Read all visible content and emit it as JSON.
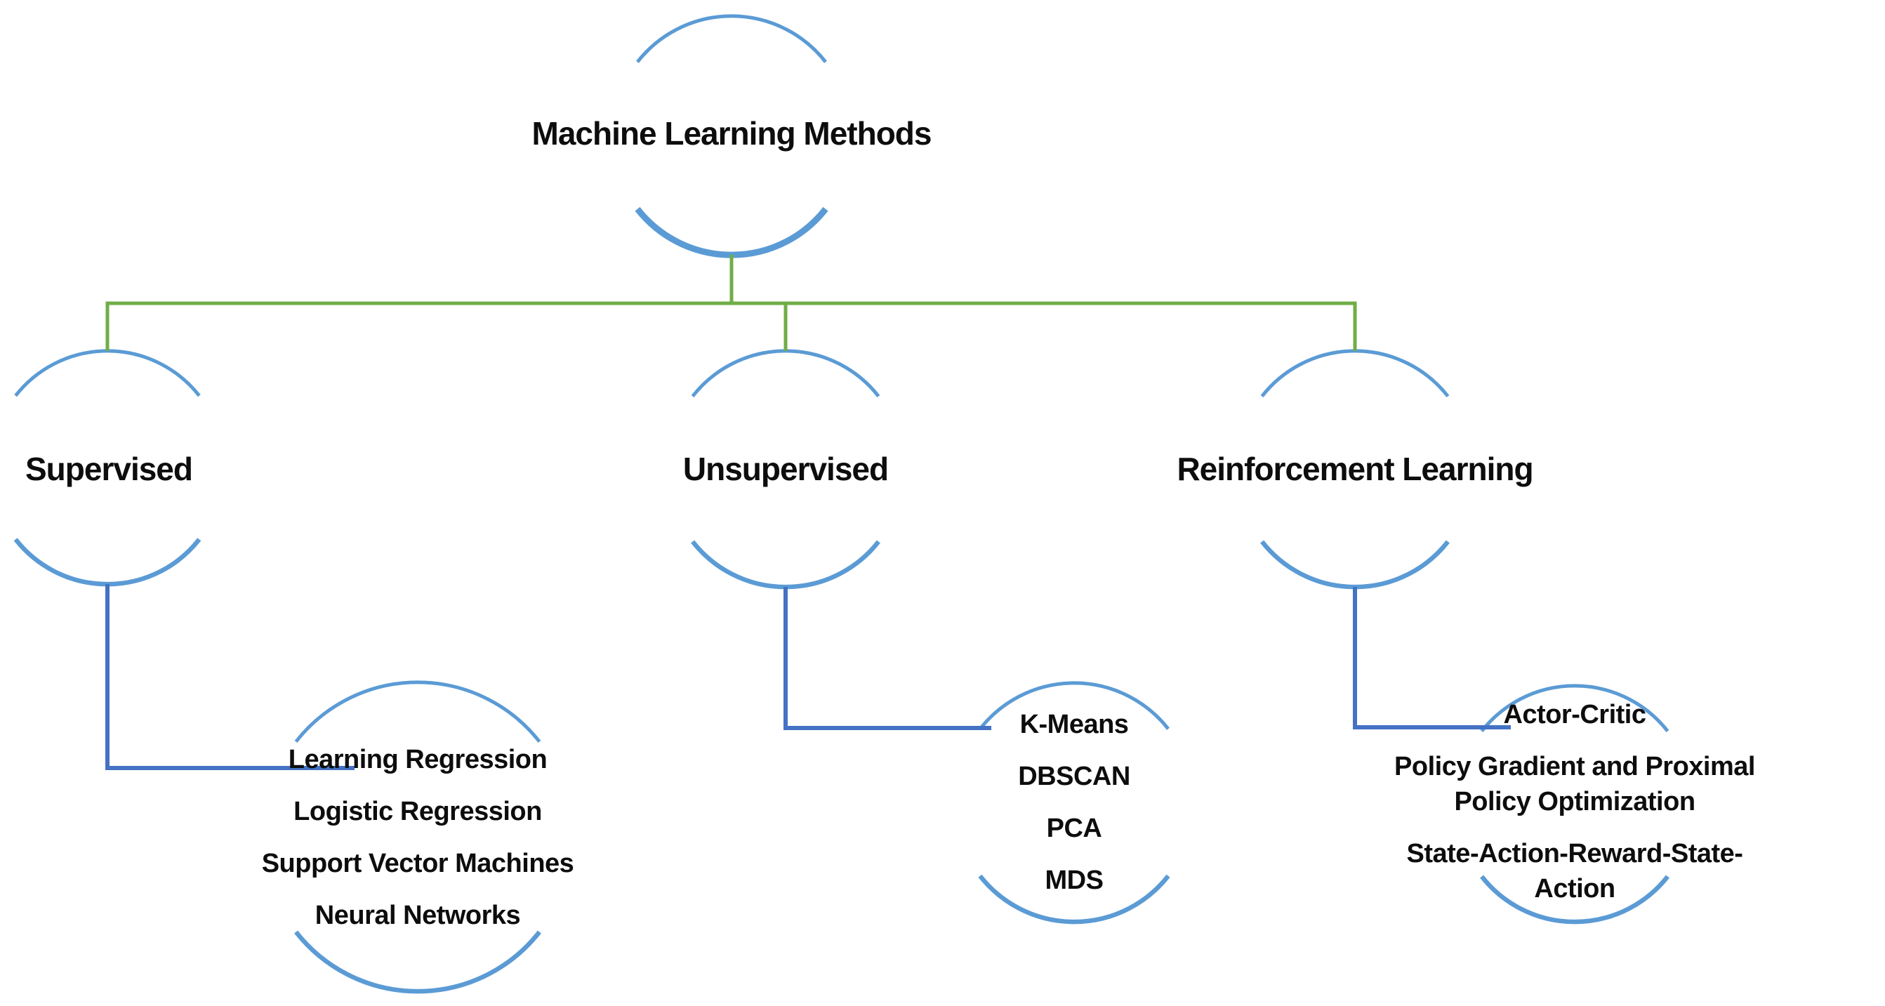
{
  "diagram": {
    "root": {
      "label": "Machine Learning Methods"
    },
    "branches": [
      {
        "label": "Supervised",
        "items": [
          {
            "lines": [
              "Learning Regression"
            ]
          },
          {
            "lines": [
              "Logistic Regression"
            ]
          },
          {
            "lines": [
              "Support Vector Machines"
            ]
          },
          {
            "lines": [
              "Neural Networks"
            ]
          }
        ]
      },
      {
        "label": "Unsupervised",
        "items": [
          {
            "lines": [
              "K-Means"
            ]
          },
          {
            "lines": [
              "DBSCAN"
            ]
          },
          {
            "lines": [
              "PCA"
            ]
          },
          {
            "lines": [
              "MDS"
            ]
          }
        ]
      },
      {
        "label": "Reinforcement Learning",
        "items": [
          {
            "lines": [
              "Actor-Critic"
            ]
          },
          {
            "lines": [
              "Policy Gradient and Proximal",
              "Policy Optimization"
            ]
          },
          {
            "lines": [
              "State-Action-Reward-State-",
              "Action"
            ]
          }
        ]
      }
    ],
    "colors": {
      "node_stroke": "#5B9BD5",
      "branch_connector_green": "#70AD47",
      "child_connector_blue": "#4472C4",
      "text": "#0D0D0D",
      "background": "#FFFFFF"
    }
  }
}
